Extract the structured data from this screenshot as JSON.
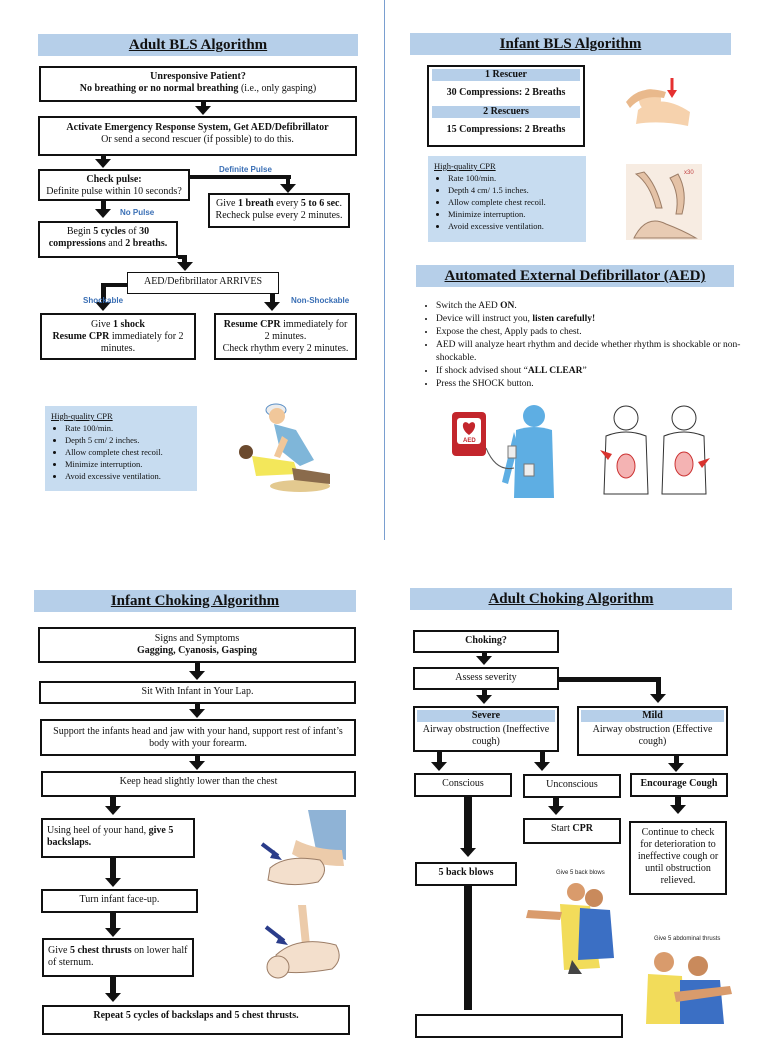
{
  "adult_bls": {
    "title": "Adult BLS Algorithm",
    "unresponsive_l1": "Unresponsive Patient?",
    "unresponsive_b": "No breathing or no normal breathing",
    "unresponsive_n": " (i.e., only gasping)",
    "activate_b": "Activate Emergency Response System, Get AED/Defibrillator",
    "activate_n": "Or send a second rescuer (if possible) to do this.",
    "check_b": "Check pulse:",
    "check_n": "Definite pulse within 10 seconds?",
    "definite_pulse": "Definite Pulse",
    "no_pulse": "No Pulse",
    "give_breath_a": "Give ",
    "give_breath_b": "1 breath",
    "give_breath_c": " every ",
    "give_breath_d": "5 to 6 sec",
    "give_breath_e": ".",
    "give_breath_l2": "Recheck pulse every 2 minutes.",
    "begin_a": "Begin ",
    "begin_b": "5 cycles",
    "begin_c": " of ",
    "begin_d": "30 compressions",
    "begin_e": " and ",
    "begin_f": "2 breaths.",
    "aed_arrives": "AED/Defibrillator ARRIVES",
    "shockable": "Shockable",
    "non_shockable": "Non-Shockable",
    "shock_a": "Give ",
    "shock_b": "1 shock",
    "shock_c": "Resume CPR",
    "shock_d": " immediately for 2 minutes.",
    "nonshock_a": "Resume CPR",
    "nonshock_b": " immediately for 2 minutes.",
    "nonshock_c": "Check rhythm every 2 minutes.",
    "cpr_heading": "High-quality CPR",
    "cpr_items": [
      "Rate 100/min.",
      "Depth 5 cm/ 2 inches.",
      "Allow complete chest recoil.",
      "Minimize interruption.",
      "Avoid excessive ventilation."
    ]
  },
  "infant_bls": {
    "title": "Infant BLS Algorithm",
    "one_rescuer": "1 Rescuer",
    "one_rescuer_ratio": "30 Compressions: 2 Breaths",
    "two_rescuers": "2 Rescuers",
    "two_rescuers_ratio": "15 Compressions: 2 Breaths",
    "cpr_heading": "High-quality CPR",
    "cpr_items": [
      "Rate 100/min.",
      "Depth 4 cm/ 1.5  inches.",
      "Allow complete chest recoil.",
      "Minimize interruption.",
      "Avoid excessive ventilation."
    ],
    "image_label": "x30"
  },
  "aed": {
    "title": "Automated External Defibrillator (AED)",
    "i1a": "Switch the AED ",
    "i1b": "ON",
    "i1c": ".",
    "i2a": "Device will instruct you, ",
    "i2b": "listen carefully!",
    "i3": "Expose the chest, Apply pads to chest.",
    "i4": "AED will analyze heart rhythm and decide whether rhythm is shockable or non-shockable.",
    "i5a": "If shock advised shout “",
    "i5b": "ALL CLEAR",
    "i5c": "”",
    "i6": "Press the SHOCK button.",
    "device_label": "AED"
  },
  "infant_choking": {
    "title": "Infant Choking Algorithm",
    "signs": "Signs and Symptoms",
    "signs_b": "Gagging, Cyanosis, Gasping",
    "sit": "Sit With Infant in Your Lap.",
    "support": "Support the infants head and jaw with your hand, support rest of infant’s body with your forearm.",
    "keep_head": "Keep head slightly lower than the chest",
    "heel_a": "Using heel of your hand, ",
    "heel_b": "give 5 backslaps.",
    "turn": "Turn infant face-up.",
    "thrusts_a": "Give ",
    "thrusts_b": "5 chest thrusts",
    "thrusts_c": " on lower half of sternum.",
    "repeat": "Repeat 5 cycles of backslaps and 5 chest thrusts."
  },
  "adult_choking": {
    "title": "Adult Choking Algorithm",
    "choking": "Choking?",
    "assess": "Assess severity",
    "severe": "Severe",
    "severe_l": "Airway obstruction (Ineffective cough)",
    "mild": "Mild",
    "mild_l": "Airway obstruction (Effective cough)",
    "conscious": "Conscious",
    "unconscious": "Unconscious",
    "encourage": "Encourage Cough",
    "start_a": "Start ",
    "start_b": "CPR",
    "continue": "Continue to check for deterioration to ineffective cough or until obstruction relieved.",
    "back_blows": "5 back blows",
    "back_blows_caption": "Give 5 back blows",
    "abdominal_caption": "Give 5 abdominal thrusts"
  },
  "colors": {
    "title_bg": "#b6cfe9",
    "cpr_bg": "#c7dcf0",
    "label_blue": "#3a6fb5",
    "divider": "#7a9fd0"
  }
}
